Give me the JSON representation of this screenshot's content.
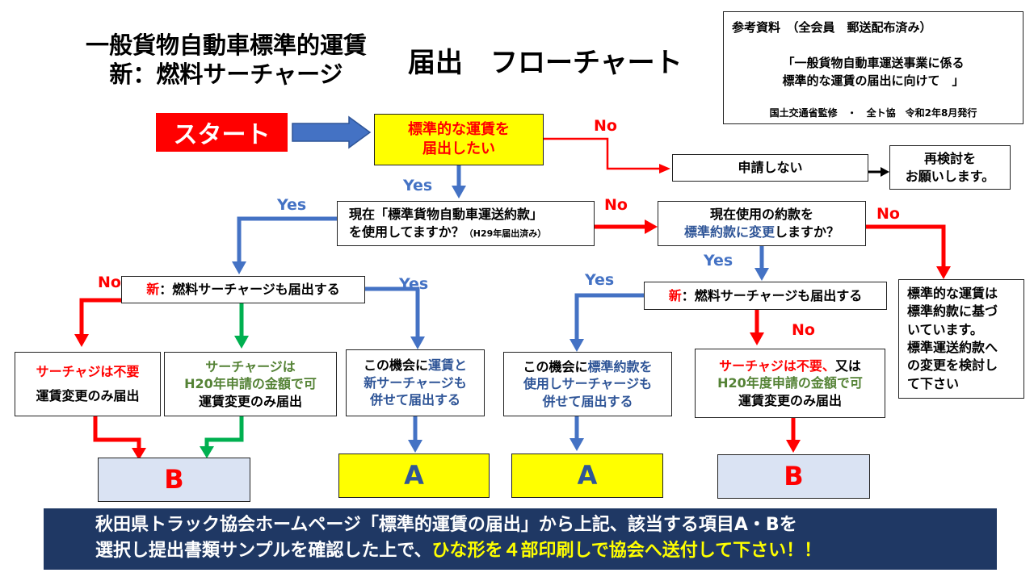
{
  "header": {
    "title_line1": "一般貨物自動車標準的運賃",
    "title_line2": "新：燃料サーチャージ",
    "title_right": "届出　フローチャート"
  },
  "reference": {
    "heading": "参考資料　（全会員　郵送配布済み）",
    "doc_line1": "「一般貨物自動車運送事業に係る",
    "doc_line2": "標準的な運賃の届出に向けて　」",
    "footer": "国土交通省監修　・　全ト協　令和2年8月発行"
  },
  "nodes": {
    "start": "スタート",
    "q1_line1": "標準的な運賃を",
    "q1_line2": "届出したい",
    "no_apply": "申請しない",
    "reconsider_line1": "再検討を",
    "reconsider_line2": "お願いします。",
    "q2_line1": "現在「標準貨物自動車運送約款」",
    "q2_line2": "を使用してますか？",
    "q2_note": "（H29年届出済み）",
    "q3_line1": "現在使用の約款を",
    "q3_line2_blue": "標準約款に変更",
    "q3_line2_rest": "しますか？",
    "surcharge_q_prefix": "新",
    "surcharge_q_rest": "：燃料サーチャージも届出する",
    "b1_line1": "サーチャジは不要",
    "b1_line2": "運賃変更のみ届出",
    "b2_line1": "サーチャージは",
    "b2_line2": "H20年申請の金額で可",
    "b2_line3": "運賃変更のみ届出",
    "a1_pre": "この機会に",
    "a1_blue1": "運賃と",
    "a1_blue2": "新サーチャージも",
    "a1_blue3": "併せて届出する",
    "a2_pre": "この機会に",
    "a2_blue1": "標準約款を",
    "a2_blue2": "使用しサーチャージも",
    "a2_blue3": "併せて届出する",
    "b3_red": "サーチャジは不要、",
    "b3_tail": "又は",
    "b3_green": "H20年度申請の金額で可",
    "b3_line3": "運賃変更のみ届出",
    "note_line1": "標準的な運賃は",
    "note_line2": "標準約款に基づ",
    "note_line3": "いています。",
    "note_line4": "標準運送約款へ",
    "note_line5": "の変更を検討し",
    "note_line6": "て下さい",
    "res_b1": "B",
    "res_a1": "A",
    "res_a2": "A",
    "res_b2": "B"
  },
  "labels": {
    "yes": "Yes",
    "no": "No"
  },
  "banner": {
    "line1": "秋田県トラック協会ホームページ「標準的運賃の届出」から上記、該当する項目A・Bを",
    "line2_white": "選択し提出書類サンプルを確認した上で、",
    "line2_yellow": "ひな形を４部印刷しで協会へ送付して下さい！！"
  },
  "colors": {
    "accent_red": "#ff0000",
    "accent_blue": "#4472c4",
    "accent_green": "#00b050",
    "highlight_yellow": "#ffff00",
    "result_b_bg": "#dae3f3",
    "banner_bg": "#1f3864",
    "banner_highlight": "#ffff00"
  }
}
